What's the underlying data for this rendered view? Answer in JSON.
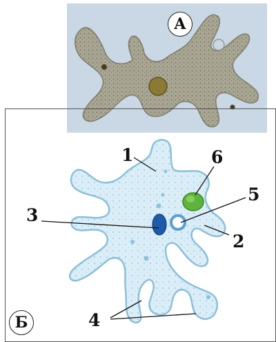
{
  "panels": {
    "photo_label": "А",
    "diagram_label": "Б"
  },
  "labels": {
    "l1": "1",
    "l2": "2",
    "l3": "3",
    "l4": "4",
    "l5": "5",
    "l6": "6"
  },
  "colors": {
    "photo_bg": "#c9d8e4",
    "amoeba_photo": "#a7a595",
    "amoeba_body": "#dbeef7",
    "amoeba_edge": "#8cbfd9",
    "nucleus": "#1f5aa8",
    "vacuole": "#6fa8d6",
    "food_vacuole": "#5fb33c"
  }
}
